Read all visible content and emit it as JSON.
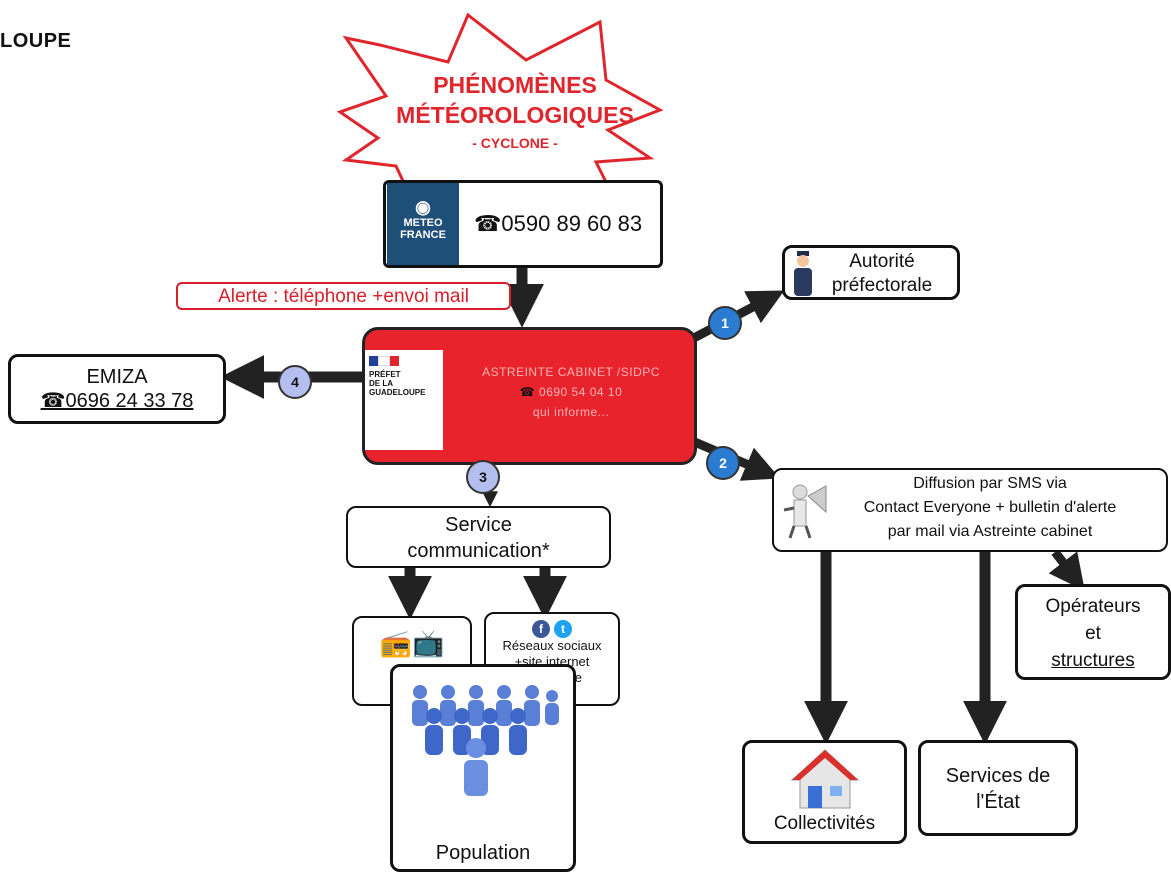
{
  "header": {
    "left_fragment": "LOUPE",
    "top_fragment": ""
  },
  "burst": {
    "line1": "PHÉNOMÈNES",
    "line2": "MÉTÉOROLOGIQUES",
    "line3": "- CYCLONE -"
  },
  "meteo": {
    "logo_line1": "METEO",
    "logo_line2": "FRANCE",
    "phone": "0590 89 60 83"
  },
  "alert_label": "Alerte : téléphone +envoi mail",
  "cabinet": {
    "prefet_lines": [
      "PRÉFET",
      "DE LA",
      "GUADELOUPE"
    ],
    "title": "ASTREINTE CABINET /SIDPC",
    "phone": "0690 54 04 10",
    "informs": "qui informe..."
  },
  "steps": {
    "s1": "1",
    "s2": "2",
    "s3": "3",
    "s4": "4"
  },
  "autorite": {
    "line1": "Autorité",
    "line2": "préfectorale"
  },
  "emiza": {
    "title": "EMIZA",
    "phone": "0696 24 33 78"
  },
  "diffusion": {
    "line1": "Diffusion par SMS  via",
    "line2": "Contact Everyone + bulletin d'alerte",
    "line3": "par mail via Astreinte cabinet"
  },
  "service_com": {
    "line1": "Service",
    "line2": "communication*"
  },
  "medias": {
    "label": "Médias"
  },
  "reseaux": {
    "line1": "Réseaux sociaux",
    "line2": "+site internet",
    "line3": "Préfecture"
  },
  "population": {
    "label": "Population"
  },
  "operateurs": {
    "line1": "Opérateurs",
    "line2": "et",
    "line3": "structures"
  },
  "collectivites": {
    "label": "Collectivités"
  },
  "services_etat": {
    "line1": "Services de",
    "line2": "l'État"
  },
  "colors": {
    "alert_red": "#e0262d",
    "cabinet_red": "#e8232b",
    "meteo_blue": "#1f4e78",
    "step_blue": "#2b7bd3",
    "step_light": "#b4bff0",
    "people_blue": "#3f66c9"
  },
  "icons": {
    "phone": "phone-icon",
    "police": "police-officer-icon",
    "radio": "radio-icon",
    "tv": "tv-icon",
    "facebook": "facebook-icon",
    "twitter": "twitter-icon",
    "house": "house-icon",
    "people": "people-group-icon",
    "megaphone": "megaphone-person-icon"
  }
}
